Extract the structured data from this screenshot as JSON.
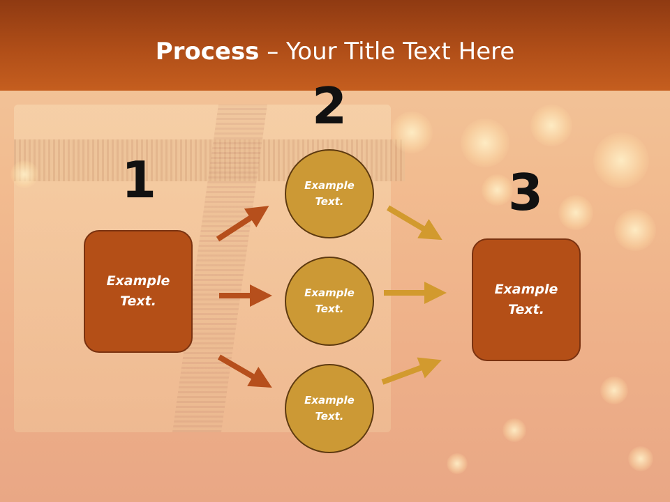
{
  "title": {
    "bold": "Process",
    "rest": " – Your Title Text Here"
  },
  "steps": [
    {
      "number": "1",
      "label": "Example Text."
    },
    {
      "number": "2"
    },
    {
      "number": "3",
      "label": "Example Text."
    }
  ],
  "circles": [
    {
      "label": "Example Text."
    },
    {
      "label": "Example Text."
    },
    {
      "label": "Example Text."
    }
  ],
  "colors": {
    "header": "#b04e18",
    "box": "#b44f17",
    "circle": "#cc9935",
    "arrow_left": "#b64f1c",
    "arrow_right": "#d29a2e"
  }
}
